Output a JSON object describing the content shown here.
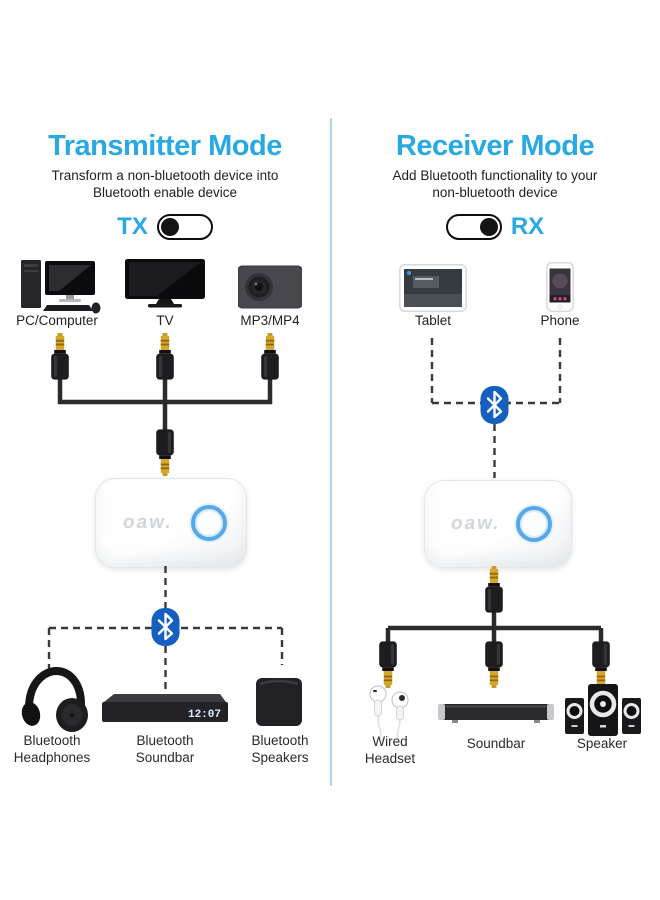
{
  "transmitter": {
    "title": "Transmitter Mode",
    "subtitle": [
      "Transform a non-bluetooth device into",
      "Bluetooth enable device"
    ],
    "toggle_label": "TX",
    "sources": [
      "PC/Computer",
      "TV",
      "MP3/MP4"
    ],
    "sinks": [
      [
        "Bluetooth",
        "Headphones"
      ],
      [
        "Bluetooth",
        "Soundbar"
      ],
      [
        "Bluetooth",
        "Speakers"
      ]
    ]
  },
  "receiver": {
    "title": "Receiver Mode",
    "subtitle": [
      "Add Bluetooth functionality to your",
      "non-bluetooth device"
    ],
    "toggle_label": "RX",
    "sources": [
      "Tablet",
      "Phone"
    ],
    "sinks": [
      [
        "Wired",
        "Headset"
      ],
      [
        "Soundbar"
      ],
      [
        "Speaker"
      ]
    ]
  },
  "device": {
    "logo": "oaw.",
    "soundbar_clock": "12:07"
  },
  "colors": {
    "accent_blue": "#29A9E2",
    "bluetooth_blue": "#155FBE",
    "divider_blue": "#ABD7F0",
    "cable_black": "#2B2B2D",
    "jack_gold": "#D8A62A"
  }
}
